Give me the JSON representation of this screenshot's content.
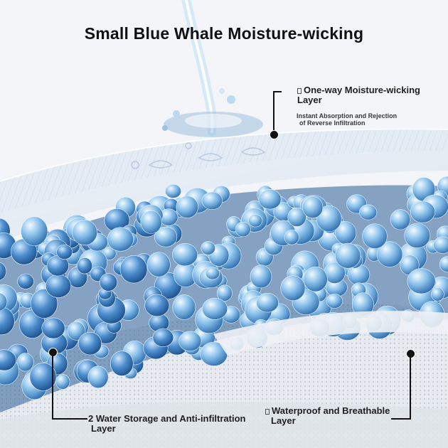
{
  "headline": "Small Blue Whale Moisture-wicking",
  "layers": {
    "top": {
      "title_line1": "One-way Moisture-wicking",
      "title_line2": "Layer",
      "detail_line1": "Instant Absorption and Rejection",
      "detail_line2": "of Reverse Infiltration"
    },
    "middle": {
      "title_line1": "2 Water Storage and Anti-infiltration",
      "title_line2": "Layer"
    },
    "bottom": {
      "title_line1": "Waterproof and Breathable",
      "title_line2": "Layer"
    }
  },
  "colors": {
    "background": "#f3f5f8",
    "bead_dark": "#2f6fb4",
    "bead_light": "#d6ecff",
    "film": "#e8eef5"
  }
}
